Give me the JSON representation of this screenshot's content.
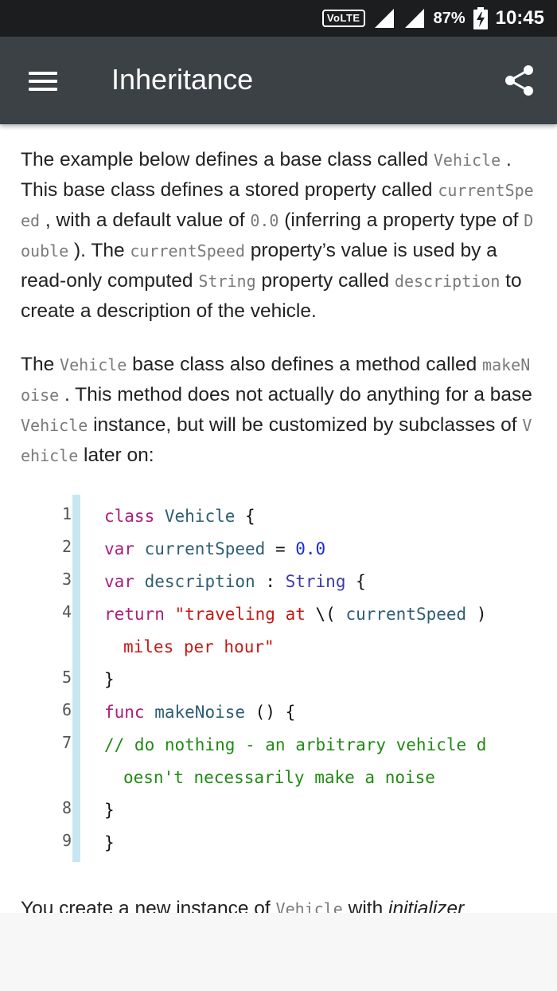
{
  "status_bar": {
    "volte": "VoLTE",
    "battery": "87%",
    "time": "10:45"
  },
  "app_bar": {
    "title": "Inheritance",
    "menu_icon": "hamburger-menu-icon",
    "share_icon": "share-icon"
  },
  "paragraphs": {
    "p1": {
      "t1": "The example below defines a base class called ",
      "c1": "Vehicle",
      "t2": " . This base class defines a stored property called ",
      "c2": "currentSpeed",
      "t3": " , with a default value of ",
      "c3": "0.0",
      "t4": " (inferring a property type of ",
      "c4": "Double",
      "t5": " ). The ",
      "c5": "currentSpeed",
      "t6": " property’s value is used by a read-only computed ",
      "c6": "String",
      "t7": " property called ",
      "c7": "description",
      "t8": " to create a description of the vehicle."
    },
    "p2": {
      "t1": "The ",
      "c1": "Vehicle",
      "t2": " base class also defines a method called ",
      "c2": "makeNoise",
      "t3": " . This method does not actually do anything for a base ",
      "c3": "Vehicle",
      "t4": " instance, but will be customized by subclasses of ",
      "c4": "Vehicle",
      "t5": " later on:"
    },
    "p3": {
      "t1": "You create a new instance of ",
      "c1": "Vehicle",
      "t2": " with ",
      "em": "initializer"
    }
  },
  "code": {
    "line_numbers": [
      "1",
      "2",
      "3",
      "4",
      "5",
      "6",
      "7",
      "8",
      "9"
    ],
    "l1": {
      "kw": "class",
      "ty": "Vehicle",
      "rest": " {"
    },
    "l2": {
      "kw": "var",
      "name": "currentSpeed",
      "op": " = ",
      "num": "0.0"
    },
    "l3": {
      "kw": "var",
      "name": "description",
      "op": " : ",
      "ty": "String",
      "rest": " {"
    },
    "l4": {
      "kw": "return",
      "str1": " \"traveling at ",
      "esc": "\\( ",
      "name": "currentSpeed",
      "rest": " )"
    },
    "l4b": {
      "str": "miles per hour\""
    },
    "l5": {
      "rest": "}"
    },
    "l6": {
      "kw": "func",
      "name": "makeNoise",
      "rest": " () {"
    },
    "l7": {
      "cm": "// do nothing - an arbitrary vehicle d"
    },
    "l7b": {
      "cm": "oesn't necessarily make a noise"
    },
    "l8": {
      "rest": "}"
    },
    "l9": {
      "rest": "}"
    }
  }
}
